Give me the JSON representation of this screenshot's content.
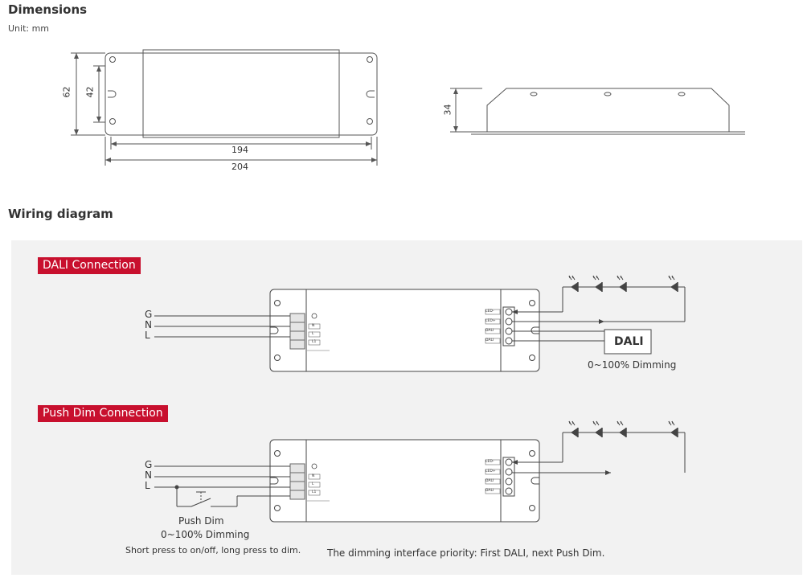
{
  "dimensions": {
    "title": "Dimensions",
    "unit": "Unit: mm",
    "height_outer": "62",
    "height_inner": "42",
    "length_inner": "194",
    "length_outer": "204",
    "side_height": "34"
  },
  "wiring": {
    "title": "Wiring diagram",
    "dali": {
      "tag": "DALI Connection",
      "inputs": [
        "G",
        "N",
        "L"
      ],
      "controller": "DALI",
      "caption": "0~100% Dimming",
      "terminals": [
        "LED-",
        "LED+",
        "DALI",
        "DALI"
      ],
      "input_terminals": [
        "N",
        "L",
        "L1"
      ]
    },
    "pushdim": {
      "tag": "Push Dim Connection",
      "inputs": [
        "G",
        "N",
        "L"
      ],
      "switch_label": "Push Dim",
      "caption": "0~100% Dimming",
      "note": "Short press to on/off, long press to dim.",
      "terminals": [
        "LED-",
        "LED+",
        "DALI",
        "DALI"
      ],
      "input_terminals": [
        "N",
        "L",
        "L1"
      ]
    },
    "priority_note": "The dimming interface priority: First DALI, next Push Dim."
  },
  "colors": {
    "accent": "#c8102e",
    "panel": "#f2f2f2",
    "line": "#444444"
  }
}
